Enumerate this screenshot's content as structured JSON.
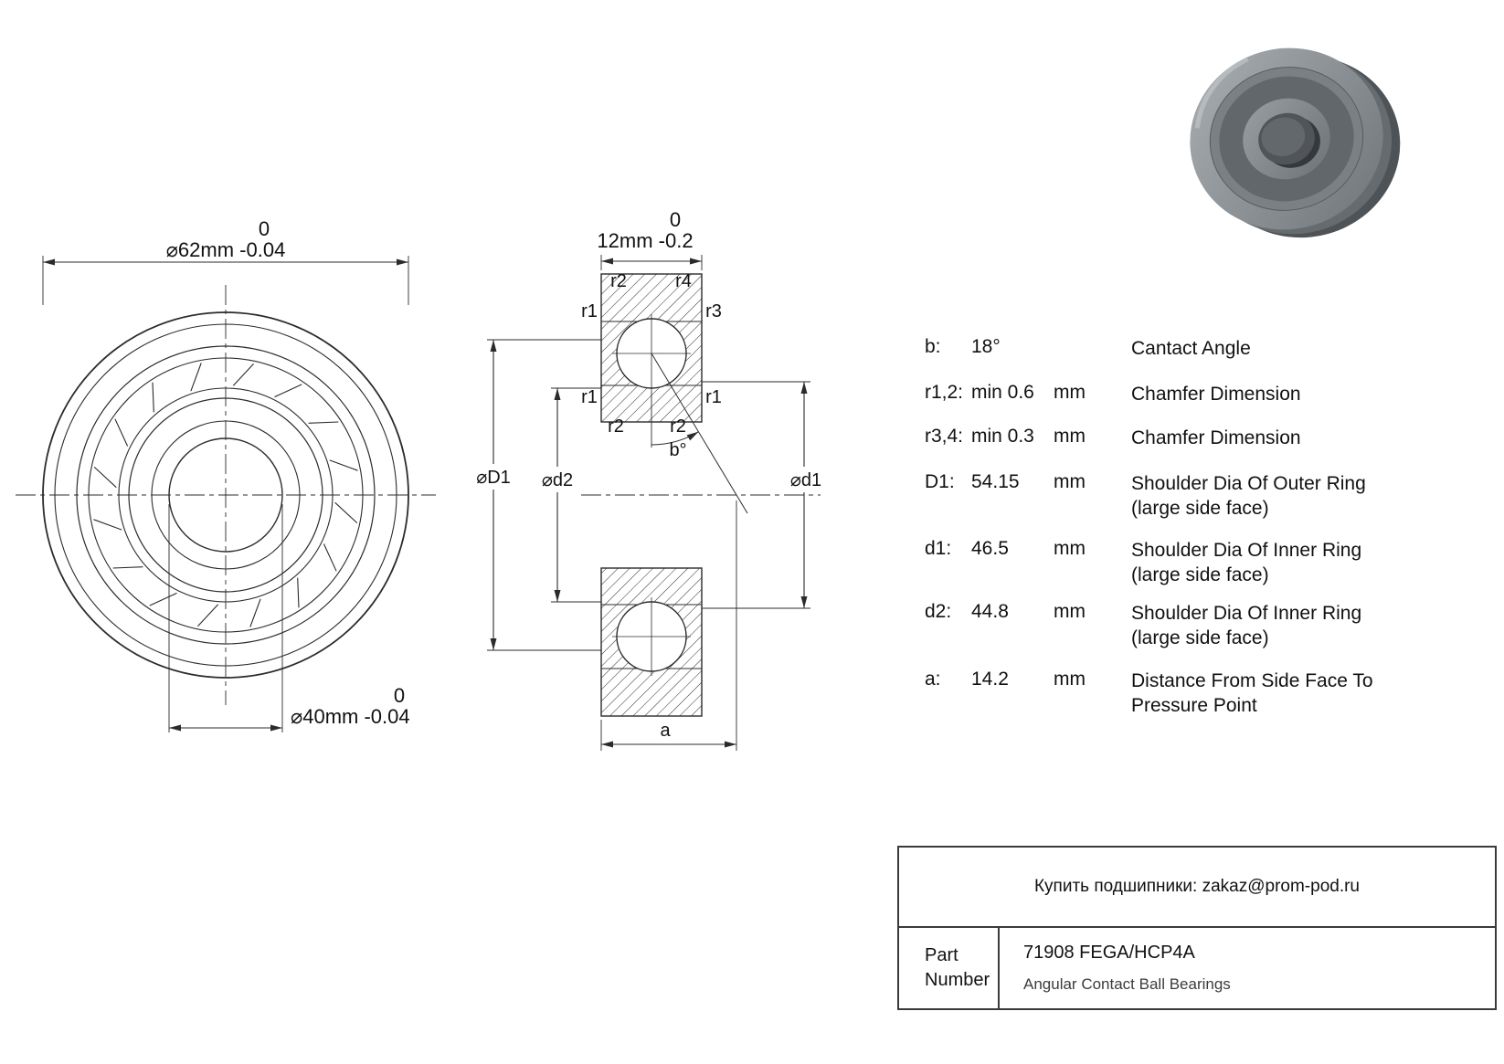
{
  "front_view": {
    "outer_dim": {
      "tolerance_top": "0",
      "label": "⌀62mm -0.04"
    },
    "bore_dim": {
      "tolerance_top": "0",
      "label": "⌀40mm -0.04"
    }
  },
  "section_view": {
    "width_dim": {
      "tolerance_top": "0",
      "label": "12mm -0.2"
    },
    "labels": {
      "r2_top_left": "r2",
      "r4_top_right": "r4",
      "r1_upper_left": "r1",
      "r3_upper_right": "r3",
      "r1_mid_left": "r1",
      "r1_mid_right": "r1",
      "r2_lower_left": "r2",
      "r2_lower_right": "r2",
      "contact_angle": "b°",
      "dim_D1": "⌀D1",
      "dim_d2": "⌀d2",
      "dim_d1": "⌀d1",
      "dim_a": "a"
    }
  },
  "specs": {
    "rows": [
      {
        "param": "b:",
        "value": "18°",
        "unit": "",
        "desc1": "Cantact Angle",
        "desc2": ""
      },
      {
        "param": "r1,2:",
        "value": "min 0.6",
        "unit": "mm",
        "desc1": "Chamfer Dimension",
        "desc2": ""
      },
      {
        "param": "r3,4:",
        "value": "min 0.3",
        "unit": "mm",
        "desc1": "Chamfer Dimension",
        "desc2": ""
      },
      {
        "param": "D1:",
        "value": "54.15",
        "unit": "mm",
        "desc1": "Shoulder Dia Of Outer Ring",
        "desc2": "(large side face)"
      },
      {
        "param": "d1:",
        "value": "46.5",
        "unit": "mm",
        "desc1": "Shoulder Dia Of Inner Ring",
        "desc2": "(large side face)"
      },
      {
        "param": "d2:",
        "value": "44.8",
        "unit": "mm",
        "desc1": "Shoulder Dia Of Inner Ring",
        "desc2": "(large side face)"
      },
      {
        "param": "a:",
        "value": "14.2",
        "unit": "mm",
        "desc1": "Distance From Side Face To",
        "desc2": "Pressure Point"
      }
    ]
  },
  "title_block": {
    "contact_line": "Купить подшипники: zakaz@prom-pod.ru",
    "part_label_line1": "Part",
    "part_label_line2": "Number",
    "part_number": "71908 FEGA/HCP4A",
    "category": "Angular Contact Ball Bearings"
  },
  "colors": {
    "line": "#2b2b2b",
    "text": "#111111",
    "render_body": "#7e8487"
  }
}
